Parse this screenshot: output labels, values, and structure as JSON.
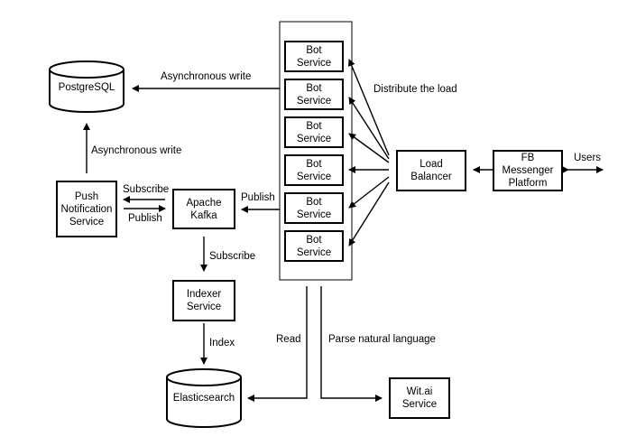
{
  "nodes": {
    "postgres": "PostgreSQL",
    "push": "Push\nNotification\nService",
    "kafka": "Apache\nKafka",
    "indexer": "Indexer\nService",
    "elastic": "Elasticsearch",
    "bots": [
      "Bot\nService",
      "Bot\nService",
      "Bot\nService",
      "Bot\nService",
      "Bot\nService",
      "Bot\nService"
    ],
    "lb": "Load\nBalancer",
    "fb": "FB\nMessenger\nPlatform",
    "wit": "Wit.ai\nService"
  },
  "labels": {
    "async1": "Asynchronous write",
    "async2": "Asynchronous write",
    "distribute": "Distribute the load",
    "users": "Users",
    "subscribe1": "Subscribe",
    "publish1": "Publish",
    "publish2": "Publish",
    "subscribe2": "Subscribe",
    "index": "Index",
    "read": "Read",
    "parse": "Parse natural language"
  }
}
